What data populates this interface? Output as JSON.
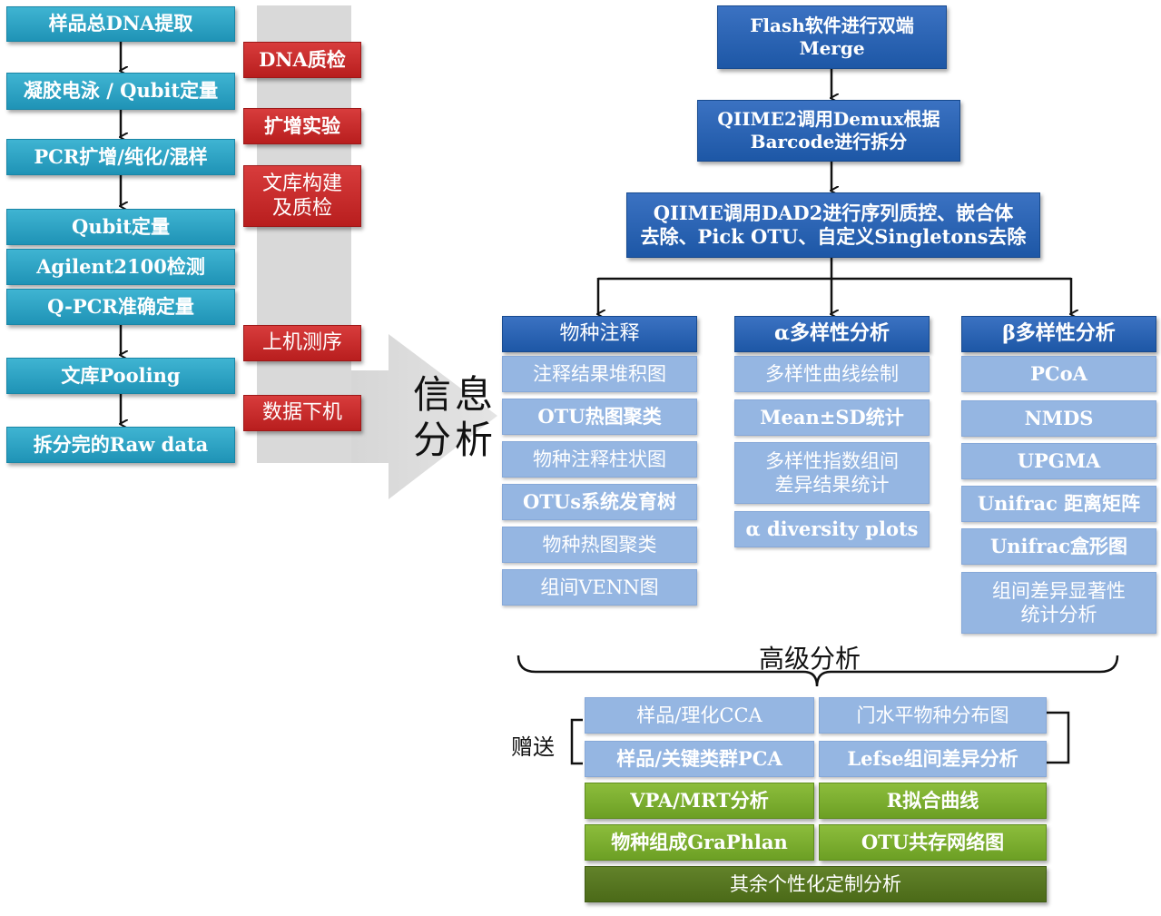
{
  "lab_steps": [
    "样品总DNA提取",
    "凝胶电泳 / Qubit定量",
    "PCR扩增/纯化/混样",
    "Qubit定量",
    "Agilent2100检测",
    "Q-PCR准确定量",
    "文库Pooling",
    "拆分完的Raw data"
  ],
  "stages": [
    "DNA质检",
    "扩增实验",
    "文库构建\n及质检",
    "上机测序",
    "数据下机"
  ],
  "info_analysis": "信息\n分析",
  "pipeline": [
    "Flash软件进行双端\nMerge",
    "QIIME2调用Demux根据\nBarcode进行拆分",
    "QIIME调用DAD2进行序列质控、嵌合体\n去除、Pick OTU、自定义Singletons去除"
  ],
  "species": {
    "title": "物种注释",
    "items": [
      "注释结果堆积图",
      "OTU热图聚类",
      "物种注释柱状图",
      "OTUs系统发育树",
      "物种热图聚类",
      "组间VENN图"
    ]
  },
  "alpha": {
    "title": "α多样性分析",
    "items": [
      "多样性曲线绘制",
      "Mean±SD统计",
      "多样性指数组间\n差异结果统计",
      "α diversity plots"
    ]
  },
  "beta": {
    "title": "β多样性分析",
    "items": [
      "PCoA",
      "NMDS",
      "UPGMA",
      "Unifrac 距离矩阵",
      "Unifrac盒形图",
      "组间差异显著性\n统计分析"
    ]
  },
  "advanced": {
    "title": "高级分析",
    "gift": "赠送",
    "gift_items": [
      "样品/理化CCA",
      "门水平物种分布图",
      "样品/关键类群PCA",
      "Lefse组间差异分析"
    ],
    "green_items": [
      "VPA/MRT分析",
      "R拟合曲线",
      "物种组成GraPhlan",
      "OTU共存网络图"
    ],
    "custom": "其余个性化定制分析"
  }
}
